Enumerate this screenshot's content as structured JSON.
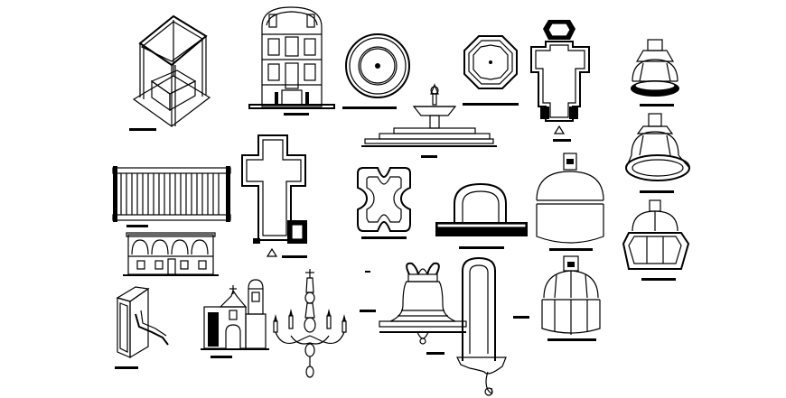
{
  "sheet": {
    "background_color": "#ffffff",
    "line_color": "#000000"
  },
  "blocks": [
    {
      "name": "canopy-altar"
    },
    {
      "name": "church-facade-elevation"
    },
    {
      "name": "circular-rosette-plan"
    },
    {
      "name": "octagonal-rosette-plan"
    },
    {
      "name": "church-plan-small"
    },
    {
      "name": "dome-lantern-1"
    },
    {
      "name": "fountain-elevation"
    },
    {
      "name": "dome-lantern-2"
    },
    {
      "name": "church-cross-plan"
    },
    {
      "name": "railing-fence"
    },
    {
      "name": "quatrefoil-plan"
    },
    {
      "name": "arch-niche-elevation"
    },
    {
      "name": "dome-cupola"
    },
    {
      "name": "octagonal-lantern"
    },
    {
      "name": "arcade-building"
    },
    {
      "name": "wall-lamp-bracket"
    },
    {
      "name": "chapel-elevation"
    },
    {
      "name": "chandelier"
    },
    {
      "name": "bell"
    },
    {
      "name": "holy-water-font"
    },
    {
      "name": "octagonal-cupola"
    }
  ]
}
